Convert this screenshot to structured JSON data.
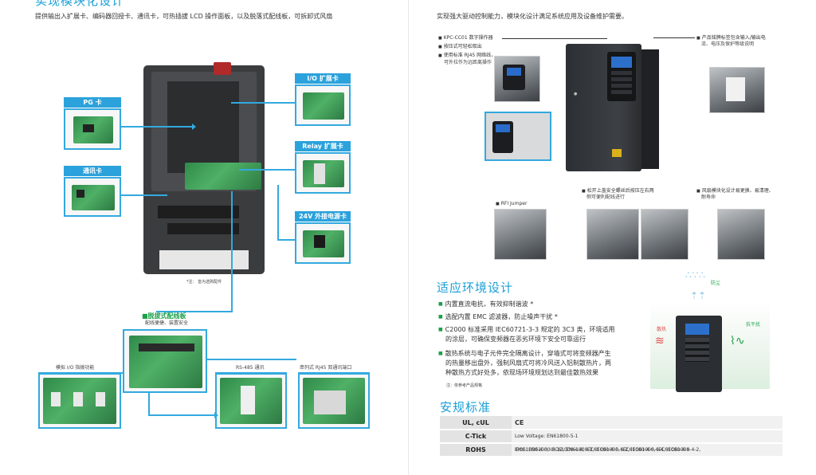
{
  "left": {
    "cut_title": "实现模块化设计",
    "subtitle": "提供输出入扩展卡、编码器回授卡、通讯卡，可热插拔 LCD 操作面板，以及脱落式配线板，可拆卸式风扇",
    "cards": {
      "pg": "PG 卡",
      "comm": "通讯卡",
      "io": "I/O 扩展卡",
      "relay": "Relay 扩展卡",
      "power24": "24V 外接电源卡"
    },
    "note_star": "*注： 皆为选购配件",
    "removable_title": "■脱拔式配线板",
    "removable_sub": "配线便捷、装置安全",
    "bottom": {
      "analog": "模拟 I/O 指拨功能",
      "rs485": "RS-485 通讯",
      "rj45": "串列式 RJ45 双通讯端口"
    }
  },
  "right": {
    "subtitle": "实现强大驱动控制能力，模块化设计满足系统应用及设备维护需要。",
    "kpc_items": [
      "KPC-CC01 数字操作器",
      "按压式可轻松取出",
      "使用标准 RJ45 网络线，",
      "可外拉作为远距离操作"
    ],
    "label_right": [
      "产品铭牌标签包含输入/输出电",
      "流、电压及保护等级说明"
    ],
    "rfi": "RFI Jumper",
    "screw": [
      "松开上盖安全螺丝后按压左右两",
      "侧可便利配线进行"
    ],
    "fan": [
      "风扇模块化设计易更换、易清理、",
      "耐寿命"
    ],
    "env_heading": "适应环境设计",
    "env_bullets": [
      "内置直流电抗，有效抑制谐波 *",
      "选配内置 EMC 滤波器，防止噪声干扰 *",
      "C2000 标准采用 IEC60721-3-3 规定的 3C3 类，环境适用",
      "的涂层，可确保变频器在恶劣环境下安全可靠运行",
      "散热系统与电子元件完全隔离设计，穿墙式可将变频器产生",
      "的热量移出盘外，强制风扇式可将冷风送入铝制散热片，两",
      "种散热方式好处多，依现场环境规划达到最佳散热效果"
    ],
    "env_note": "注：依参考产品规格",
    "env_labels": {
      "dust": "防尘",
      "heat": "散热",
      "anti": "抗干扰"
    },
    "std_heading": "安规标准",
    "standards": [
      {
        "name": "UL, cUL",
        "value": "CE"
      },
      {
        "name": "C-Tick",
        "value": "Low Voltage: EN61800-5-1"
      },
      {
        "name": "ROHS",
        "value": "EMC: EN61000-3-12, EN61800-3, IEC61000-6-2, IEC61000-6-4, IEC61000-4-2,"
      }
    ],
    "std_extra": "IEC61000-4-3, IEC61000-4-4, IEC61000-4-5, IEC61000-4-6, IEC61000-4-8"
  },
  "colors": {
    "accent": "#1a9fd6",
    "bullet": "#1a9f48",
    "frame": "#33a9df"
  }
}
